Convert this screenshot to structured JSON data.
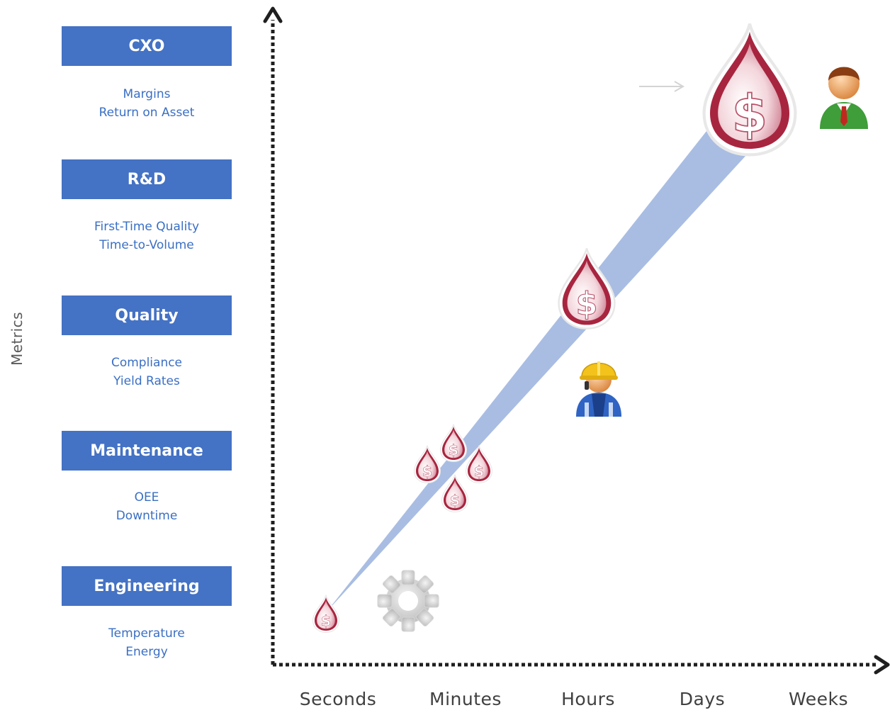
{
  "y_axis_label": "Metrics",
  "roles": [
    {
      "title": "CXO",
      "metrics": [
        "Margins",
        "Return on Asset"
      ]
    },
    {
      "title": "R&D",
      "metrics": [
        "First-Time Quality",
        "Time-to-Volume"
      ]
    },
    {
      "title": "Quality",
      "metrics": [
        "Compliance",
        "Yield Rates"
      ]
    },
    {
      "title": "Maintenance",
      "metrics": [
        "OEE",
        "Downtime"
      ]
    },
    {
      "title": "Engineering",
      "metrics": [
        "Temperature",
        "Energy"
      ]
    }
  ],
  "x_axis_ticks": [
    "Seconds",
    "Minutes",
    "Hours",
    "Days",
    "Weeks"
  ],
  "icons": [
    "dollar-drop-icon",
    "gear-icon",
    "worker-icon",
    "executive-icon",
    "arrow-icon"
  ],
  "colors": {
    "role_box": "#4472c4",
    "metric_text": "#3a6fc4",
    "wedge": "#a9bde3",
    "drop": "#a8253f",
    "axis": "#1f1f1f"
  }
}
